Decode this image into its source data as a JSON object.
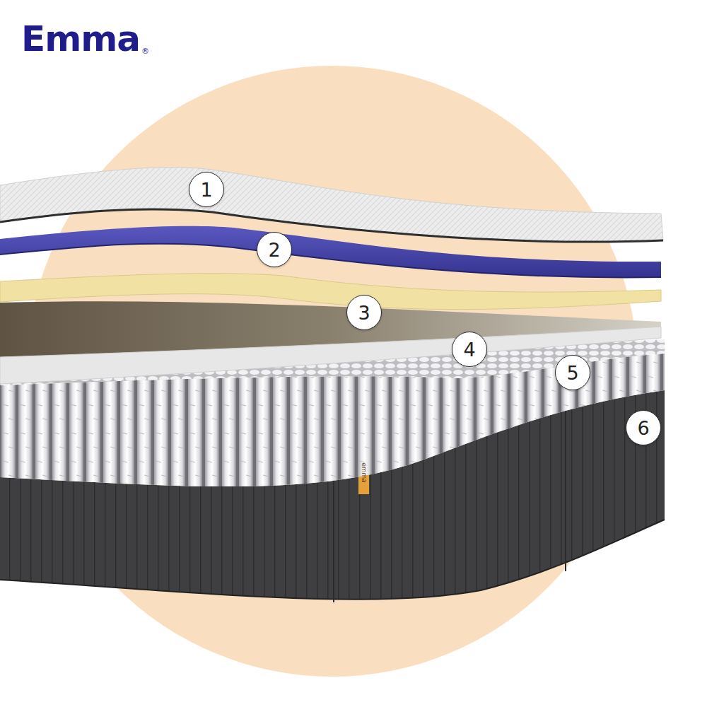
{
  "diagram": {
    "labels": [
      "Emma",
      "®",
      "1",
      "2",
      "3",
      "4",
      "5",
      "6",
      "emma"
    ]
  }
}
